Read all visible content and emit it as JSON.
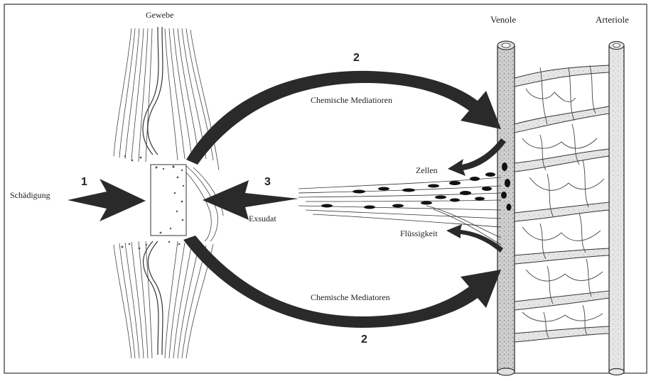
{
  "labels": {
    "gewebe": "Gewebe",
    "venole": "Venole",
    "arteriole": "Arteriole",
    "schaedigung": "Schädigung",
    "chem_top": "Chemische Mediatioren",
    "chem_bottom": "Chemische Mediatoren",
    "zellen": "Zellen",
    "exsudat": "Exsudat",
    "fluessigkeit": "Flüssigkeit"
  },
  "step_numbers": {
    "damage": "1",
    "mediators_top": "2",
    "mediators_bottom": "2",
    "exudate": "3"
  }
}
